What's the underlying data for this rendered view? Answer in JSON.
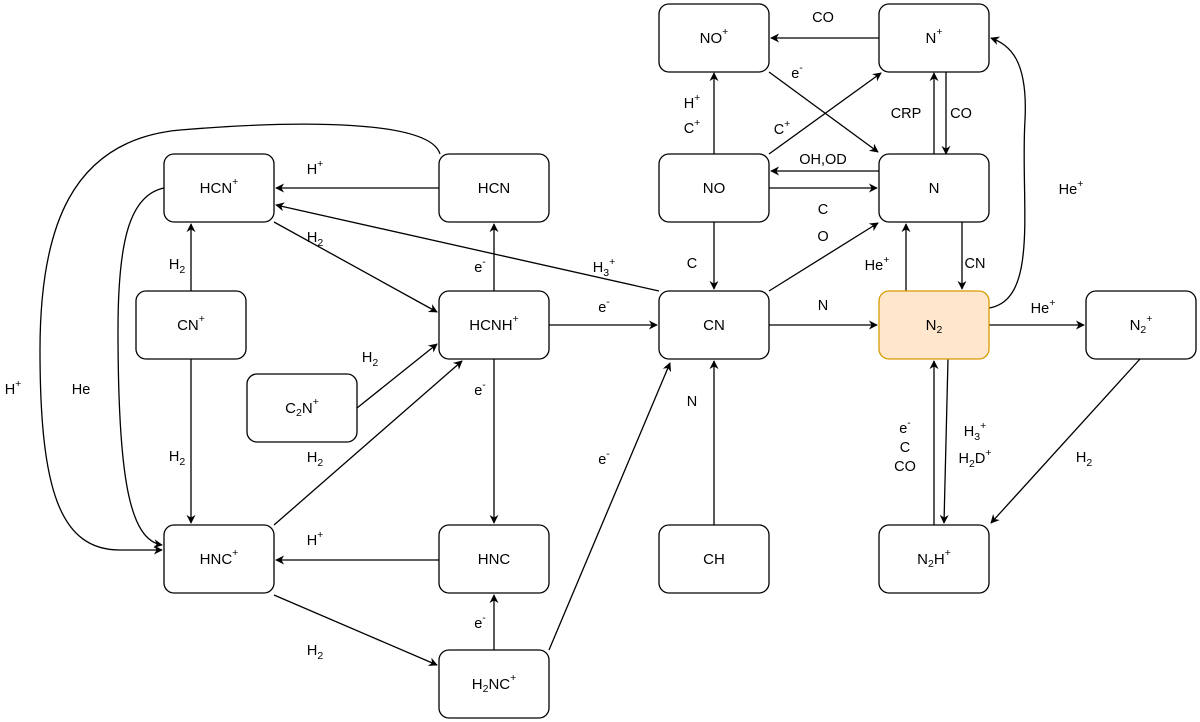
{
  "diagram": {
    "title": "Nitrogen chemistry reaction network",
    "highlight_color": "#ffe6cc",
    "highlight_border": "#d79b00",
    "nodes": [
      {
        "id": "NO+",
        "label": "NO+",
        "parts": [
          [
            "NO",
            ""
          ],
          [
            "+",
            "sup"
          ]
        ]
      },
      {
        "id": "N+",
        "label": "N+",
        "parts": [
          [
            "N",
            ""
          ],
          [
            "+",
            "sup"
          ]
        ]
      },
      {
        "id": "HCN+",
        "label": "HCN+",
        "parts": [
          [
            "HCN",
            ""
          ],
          [
            "+",
            "sup"
          ]
        ]
      },
      {
        "id": "HCN",
        "label": "HCN",
        "parts": [
          [
            "HCN",
            ""
          ]
        ]
      },
      {
        "id": "NO",
        "label": "NO",
        "parts": [
          [
            "NO",
            ""
          ]
        ]
      },
      {
        "id": "N",
        "label": "N",
        "parts": [
          [
            "N",
            ""
          ]
        ]
      },
      {
        "id": "CN+",
        "label": "CN+",
        "parts": [
          [
            "CN",
            ""
          ],
          [
            "+",
            "sup"
          ]
        ]
      },
      {
        "id": "HCNH+",
        "label": "HCNH+",
        "parts": [
          [
            "HCNH",
            ""
          ],
          [
            "+",
            "sup"
          ]
        ]
      },
      {
        "id": "CN",
        "label": "CN",
        "parts": [
          [
            "CN",
            ""
          ]
        ]
      },
      {
        "id": "N2",
        "label": "N2",
        "parts": [
          [
            "N",
            ""
          ],
          [
            "2",
            "sub"
          ]
        ],
        "highlight": true
      },
      {
        "id": "N2+",
        "label": "N2+",
        "parts": [
          [
            "N",
            ""
          ],
          [
            "2",
            "sub"
          ],
          [
            "+",
            "sup"
          ]
        ]
      },
      {
        "id": "C2N+",
        "label": "C2N+",
        "parts": [
          [
            "C",
            ""
          ],
          [
            "2",
            "sub"
          ],
          [
            "N",
            ""
          ],
          [
            "+",
            "sup"
          ]
        ]
      },
      {
        "id": "HNC+",
        "label": "HNC+",
        "parts": [
          [
            "HNC",
            ""
          ],
          [
            "+",
            "sup"
          ]
        ]
      },
      {
        "id": "HNC",
        "label": "HNC",
        "parts": [
          [
            "HNC",
            ""
          ]
        ]
      },
      {
        "id": "CH",
        "label": "CH",
        "parts": [
          [
            "CH",
            ""
          ]
        ]
      },
      {
        "id": "N2H+",
        "label": "N2H+",
        "parts": [
          [
            "N",
            ""
          ],
          [
            "2",
            "sub"
          ],
          [
            "H",
            ""
          ],
          [
            "+",
            "sup"
          ]
        ]
      },
      {
        "id": "H2NC+",
        "label": "H2NC+",
        "parts": [
          [
            "H",
            ""
          ],
          [
            "2",
            "sub"
          ],
          [
            "NC",
            ""
          ],
          [
            "+",
            "sup"
          ]
        ]
      }
    ],
    "edges": [
      {
        "from": "N+",
        "to": "NO+",
        "label": "CO"
      },
      {
        "from": "NO",
        "to": "NO+",
        "label": "H+ C+"
      },
      {
        "from": "NO+",
        "to": "N",
        "label": "e-"
      },
      {
        "from": "NO",
        "to": "N+",
        "label": "C+"
      },
      {
        "from": "N",
        "to": "N+",
        "label": "CRP"
      },
      {
        "from": "N+",
        "to": "N",
        "label": "CO"
      },
      {
        "from": "N",
        "to": "NO",
        "label": "OH,OD"
      },
      {
        "from": "NO",
        "to": "N",
        "label": ""
      },
      {
        "from": "CN",
        "to": "N",
        "label": "C O"
      },
      {
        "from": "NO",
        "to": "CN",
        "label": "C"
      },
      {
        "from": "N2",
        "to": "N",
        "label": "He+"
      },
      {
        "from": "N",
        "to": "N2",
        "label": "CN"
      },
      {
        "from": "N2",
        "to": "N+",
        "label": "He+"
      },
      {
        "from": "CN",
        "to": "N2",
        "label": "N"
      },
      {
        "from": "N2",
        "to": "N2+",
        "label": "He+"
      },
      {
        "from": "N2+",
        "to": "N2H+",
        "label": "H2"
      },
      {
        "from": "N2H+",
        "to": "N2",
        "label": "e- C CO"
      },
      {
        "from": "N2",
        "to": "N2H+",
        "label": "H3+ H2D+"
      },
      {
        "from": "HCN",
        "to": "HCN+",
        "label": "H+"
      },
      {
        "from": "HCN",
        "to": "HNC+",
        "label": "H+"
      },
      {
        "from": "HCN+",
        "to": "HNC+",
        "label": "He"
      },
      {
        "from": "CN+",
        "to": "HCN+",
        "label": "H2"
      },
      {
        "from": "HCN+",
        "to": "HCNH+",
        "label": "H2"
      },
      {
        "from": "CN",
        "to": "HCN+",
        "label": "H3+"
      },
      {
        "from": "HCNH+",
        "to": "HCN",
        "label": "e-"
      },
      {
        "from": "HCNH+",
        "to": "CN",
        "label": "e-"
      },
      {
        "from": "C2N+",
        "to": "HCNH+",
        "label": "H2"
      },
      {
        "from": "HNC+",
        "to": "HCNH+",
        "label": "H2"
      },
      {
        "from": "HCNH+",
        "to": "HNC",
        "label": "e-"
      },
      {
        "from": "CN+",
        "to": "HNC+",
        "label": "H2"
      },
      {
        "from": "HNC",
        "to": "HNC+",
        "label": "H+"
      },
      {
        "from": "HNC+",
        "to": "H2NC+",
        "label": "H2"
      },
      {
        "from": "H2NC+",
        "to": "HNC",
        "label": "e-"
      },
      {
        "from": "H2NC+",
        "to": "CN",
        "label": "e-"
      },
      {
        "from": "CH",
        "to": "CN",
        "label": "N"
      }
    ]
  }
}
